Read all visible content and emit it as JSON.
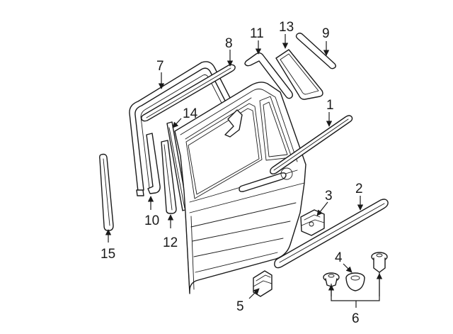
{
  "callouts": [
    {
      "id": "1",
      "text": "1"
    },
    {
      "id": "2",
      "text": "2"
    },
    {
      "id": "3",
      "text": "3"
    },
    {
      "id": "4",
      "text": "4"
    },
    {
      "id": "5",
      "text": "5"
    },
    {
      "id": "6",
      "text": "6"
    },
    {
      "id": "7",
      "text": "7"
    },
    {
      "id": "8",
      "text": "8"
    },
    {
      "id": "9",
      "text": "9"
    },
    {
      "id": "10",
      "text": "10"
    },
    {
      "id": "11",
      "text": "11"
    },
    {
      "id": "12",
      "text": "12"
    },
    {
      "id": "13",
      "text": "13"
    },
    {
      "id": "14",
      "text": "14"
    },
    {
      "id": "15",
      "text": "15"
    }
  ],
  "colors": {
    "line": "#1a1a1a",
    "background": "#ffffff",
    "shade": "#e6e6e6"
  }
}
